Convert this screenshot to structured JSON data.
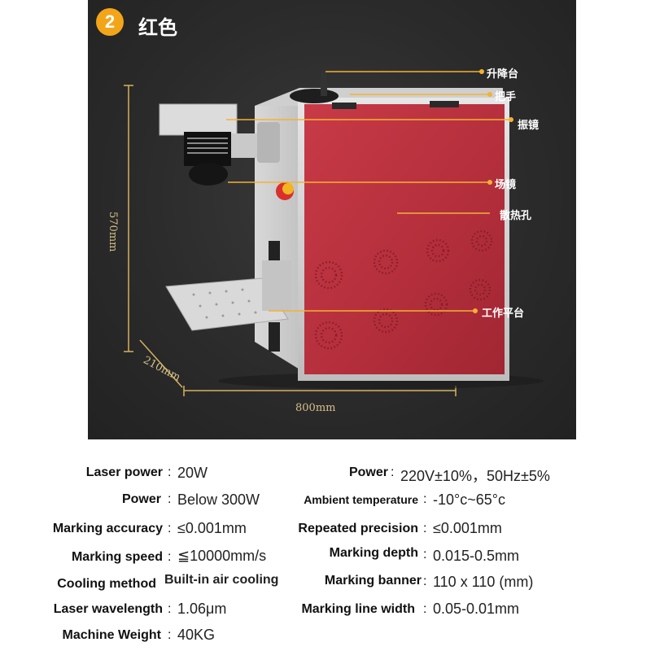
{
  "header": {
    "badge_number": "2",
    "color_name": "红色"
  },
  "dimensions": {
    "height": "570mm",
    "depth": "210mm",
    "width": "800mm"
  },
  "callouts": [
    {
      "id": "lift",
      "label": "升降台"
    },
    {
      "id": "handle",
      "label": "把手"
    },
    {
      "id": "galvo",
      "label": "振镜"
    },
    {
      "id": "field-lens",
      "label": "场镜"
    },
    {
      "id": "vents",
      "label": "散热孔"
    },
    {
      "id": "worktable",
      "label": "工作平台"
    }
  ],
  "colors": {
    "panel_red": "#b8323e",
    "accent_yellow": "#f3a51a",
    "dim_line": "#d6b25c"
  },
  "specs": {
    "laser_power": {
      "label": "Laser power",
      "value": "20W"
    },
    "power_supply": {
      "label": "Power",
      "value": "220V±10%，50Hz±5%"
    },
    "power": {
      "label": "Power",
      "value": "Below 300W"
    },
    "ambient_temp": {
      "label": "Ambient temperature",
      "value": "-10°c~65°c"
    },
    "marking_accuracy": {
      "label": "Marking accuracy",
      "value": "≤0.001mm"
    },
    "repeated_precision": {
      "label": "Repeated precision",
      "value": "≤0.001mm"
    },
    "marking_speed": {
      "label": "Marking speed",
      "value": "≦10000mm/s"
    },
    "marking_depth": {
      "label": "Marking depth",
      "value": "0.015-0.5mm"
    },
    "cooling_method": {
      "label": "Cooling method",
      "value": "Built-in air cooling"
    },
    "marking_banner": {
      "label": "Marking banner",
      "value": "110 x 110 (mm)"
    },
    "laser_wavelength": {
      "label": "Laser wavelength",
      "value": "1.06μm"
    },
    "marking_line_width": {
      "label": "Marking line width",
      "value": "0.05-0.01mm"
    },
    "machine_weight": {
      "label": "Machine Weight",
      "value": "40KG"
    }
  }
}
